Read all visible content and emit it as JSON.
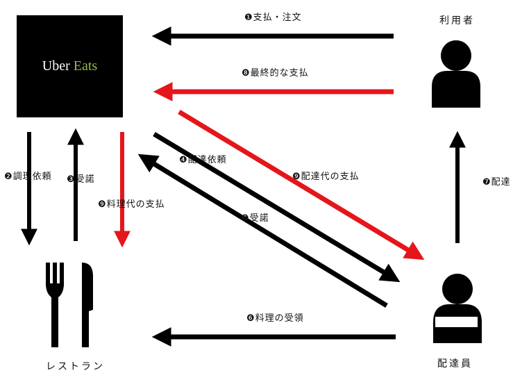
{
  "nodes": {
    "user_label": "利用者",
    "restaurant_label": "レストラン",
    "courier_label": "配達員"
  },
  "logo": {
    "word1": "Uber",
    "word2": "Eats",
    "color2": "#8fbd53"
  },
  "steps": {
    "s1": "❶支払・注文",
    "s2": "❷調理依頼",
    "s3": "❸受諾",
    "s4": "❹配達依頼",
    "s5": "❺受諾",
    "s6": "❻料理の受領",
    "s7": "❼配達",
    "s8": "❽最終的な支払",
    "s9a": "❾配達代の支払",
    "s9b": "❾料理代の支払"
  },
  "colors": {
    "black_arrow": "#000000",
    "red_arrow": "#e4161b"
  }
}
